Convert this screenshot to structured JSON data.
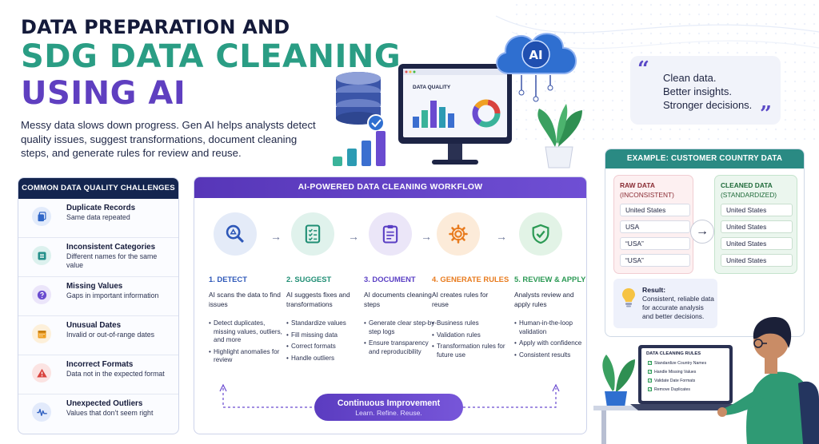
{
  "header": {
    "title_line1": "DATA PREPARATION AND",
    "title_line2": "SDG DATA CLEANING",
    "title_line3": "USING AI",
    "intro": "Messy data slows down progress. Gen AI helps analysts detect quality issues, suggest transformations, document cleaning steps, and generate rules for review and reuse."
  },
  "illustration": {
    "cloud_label": "AI",
    "dashboard_title": "DATA QUALITY"
  },
  "quote": {
    "line1": "Clean data.",
    "line2": "Better insights.",
    "line3": "Stronger decisions."
  },
  "challenges": {
    "heading": "COMMON DATA QUALITY CHALLENGES",
    "items": [
      {
        "title": "Duplicate Records",
        "desc": "Same data repeated",
        "icon": "duplicate-icon",
        "color": "#2f66c8",
        "bg": "#e2ebfb"
      },
      {
        "title": "Inconsistent Categories",
        "desc": "Different names for the same value",
        "icon": "list-icon",
        "color": "#23908a",
        "bg": "#dcf1ee"
      },
      {
        "title": "Missing Values",
        "desc": "Gaps in important information",
        "icon": "question-icon",
        "color": "#6a4bd0",
        "bg": "#ebe5fa"
      },
      {
        "title": "Unusual Dates",
        "desc": "Invalid or out-of-range dates",
        "icon": "calendar-icon",
        "color": "#f0a023",
        "bg": "#fdf0da"
      },
      {
        "title": "Incorrect Formats",
        "desc": "Data not in the expected format",
        "icon": "warning-icon",
        "color": "#d9433e",
        "bg": "#fbe3e2"
      },
      {
        "title": "Unexpected Outliers",
        "desc": "Values that don’t seem right",
        "icon": "pulse-icon",
        "color": "#2f5fc0",
        "bg": "#e2eafb"
      }
    ]
  },
  "workflow": {
    "heading": "AI-POWERED DATA CLEANING WORKFLOW",
    "arrow_glyph": "→",
    "steps": [
      {
        "title": "1. DETECT",
        "desc": "AI scans the data to find issues",
        "bullets": [
          "Detect duplicates, missing values, outliers, and more",
          "Highlight anomalies for review"
        ],
        "color": "#2d57b8",
        "bg": "#e4ebf8",
        "icon": "magnifier-icon"
      },
      {
        "title": "2. SUGGEST",
        "desc": "AI suggests fixes and transformations",
        "bullets": [
          "Standardize values",
          "Fill missing data",
          "Correct formats",
          "Handle outliers"
        ],
        "color": "#1f8e74",
        "bg": "#e0f2ec",
        "icon": "checklist-icon"
      },
      {
        "title": "3. DOCUMENT",
        "desc": "AI documents cleaning steps",
        "bullets": [
          "Generate clear step-by-step logs",
          "Ensure transparency and reproducibility"
        ],
        "color": "#5a3fc4",
        "bg": "#ebe6f8",
        "icon": "clipboard-icon"
      },
      {
        "title": "4. GENERATE RULES",
        "desc": "AI creates rules for reuse",
        "bullets": [
          "Business rules",
          "Validation rules",
          "Transformation rules for future use"
        ],
        "color": "#e87b1e",
        "bg": "#fcebd9",
        "icon": "gear-icon"
      },
      {
        "title": "5. REVIEW & APPLY",
        "desc": "Analysts review and apply rules",
        "bullets": [
          "Human-in-the-loop validation",
          "Apply with confidence",
          "Consistent results"
        ],
        "color": "#2c9a55",
        "bg": "#e2f3e6",
        "icon": "shield-check-icon"
      }
    ],
    "loop": {
      "title": "Continuous Improvement",
      "subtitle": "Learn. Refine. Reuse."
    }
  },
  "example": {
    "heading": "EXAMPLE: CUSTOMER COUNTRY DATA",
    "raw_label_line1": "RAW DATA",
    "raw_label_line2": "(INCONSISTENT)",
    "raw_values": [
      "United States",
      "USA",
      "“USA”",
      "“USA”"
    ],
    "clean_label_line1": "CLEANED DATA",
    "clean_label_line2": "(STANDARDIZED)",
    "clean_values": [
      "United States",
      "United States",
      "United States",
      "United States"
    ],
    "arrow_glyph": "→",
    "result_title": "Result:",
    "result_text": "Consistent, reliable data for accurate analysis and better decisions."
  },
  "rules_card": {
    "heading": "DATA CLEANING RULES",
    "items": [
      "Standardize Country Names",
      "Handle Missing Values",
      "Validate Date Formats",
      "Remove Duplicates"
    ]
  },
  "colors": {
    "navy": "#14254f",
    "teal": "#2a9d84",
    "purple": "#5f3fc0",
    "example_teal": "#2a8a83"
  }
}
